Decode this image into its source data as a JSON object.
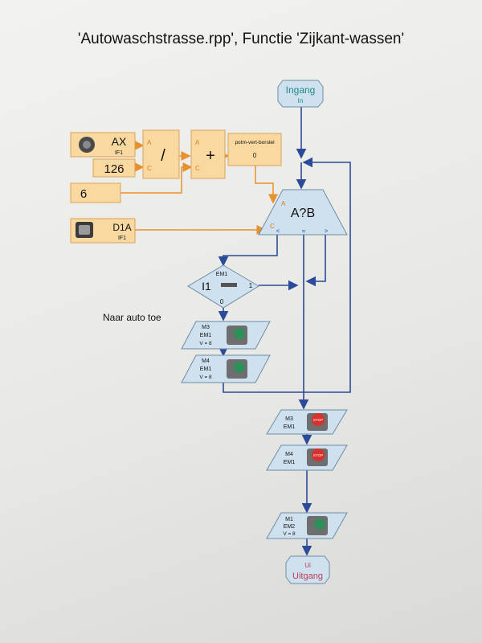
{
  "title": "'Autowaschstrasse.rpp', Functie 'Zijkant-wassen'",
  "note": "Naar auto toe",
  "start": {
    "label": "Ingang",
    "sub": "In"
  },
  "end": {
    "label": "Uitgang",
    "sub": "Ui"
  },
  "inputs": {
    "ax": {
      "label": "AX",
      "sub": "IF1"
    },
    "c126": {
      "value": "126"
    },
    "c6": {
      "value": "6"
    },
    "d1a": {
      "label": "D1A",
      "sub": "IF1"
    }
  },
  "ops": {
    "divide": "/",
    "add": "+"
  },
  "var": {
    "name": "potm-vert-borstel",
    "value": "0"
  },
  "ports": {
    "a": "A",
    "c": "C",
    "lt": "<",
    "eq": "=",
    "gt": ">"
  },
  "compare": {
    "label": "A?B"
  },
  "decision": {
    "module": "EM1",
    "input": "I1",
    "yes": "1",
    "no": "0"
  },
  "motors": [
    {
      "m": "M3",
      "em": "EM1",
      "v": "V = 8"
    },
    {
      "m": "M4",
      "em": "EM1",
      "v": "V = 8"
    },
    {
      "m": "M3",
      "em": "EM1",
      "stop": "STOP"
    },
    {
      "m": "M4",
      "em": "EM1",
      "stop": "STOP"
    },
    {
      "m": "M1",
      "em": "EM2",
      "v": "V = 8"
    }
  ],
  "colors": {
    "flow": "#2b4a9a",
    "data": "#e8902c",
    "block": "#f9d9a0",
    "shape": "#cfe1ee",
    "stop": "#d9322e"
  }
}
